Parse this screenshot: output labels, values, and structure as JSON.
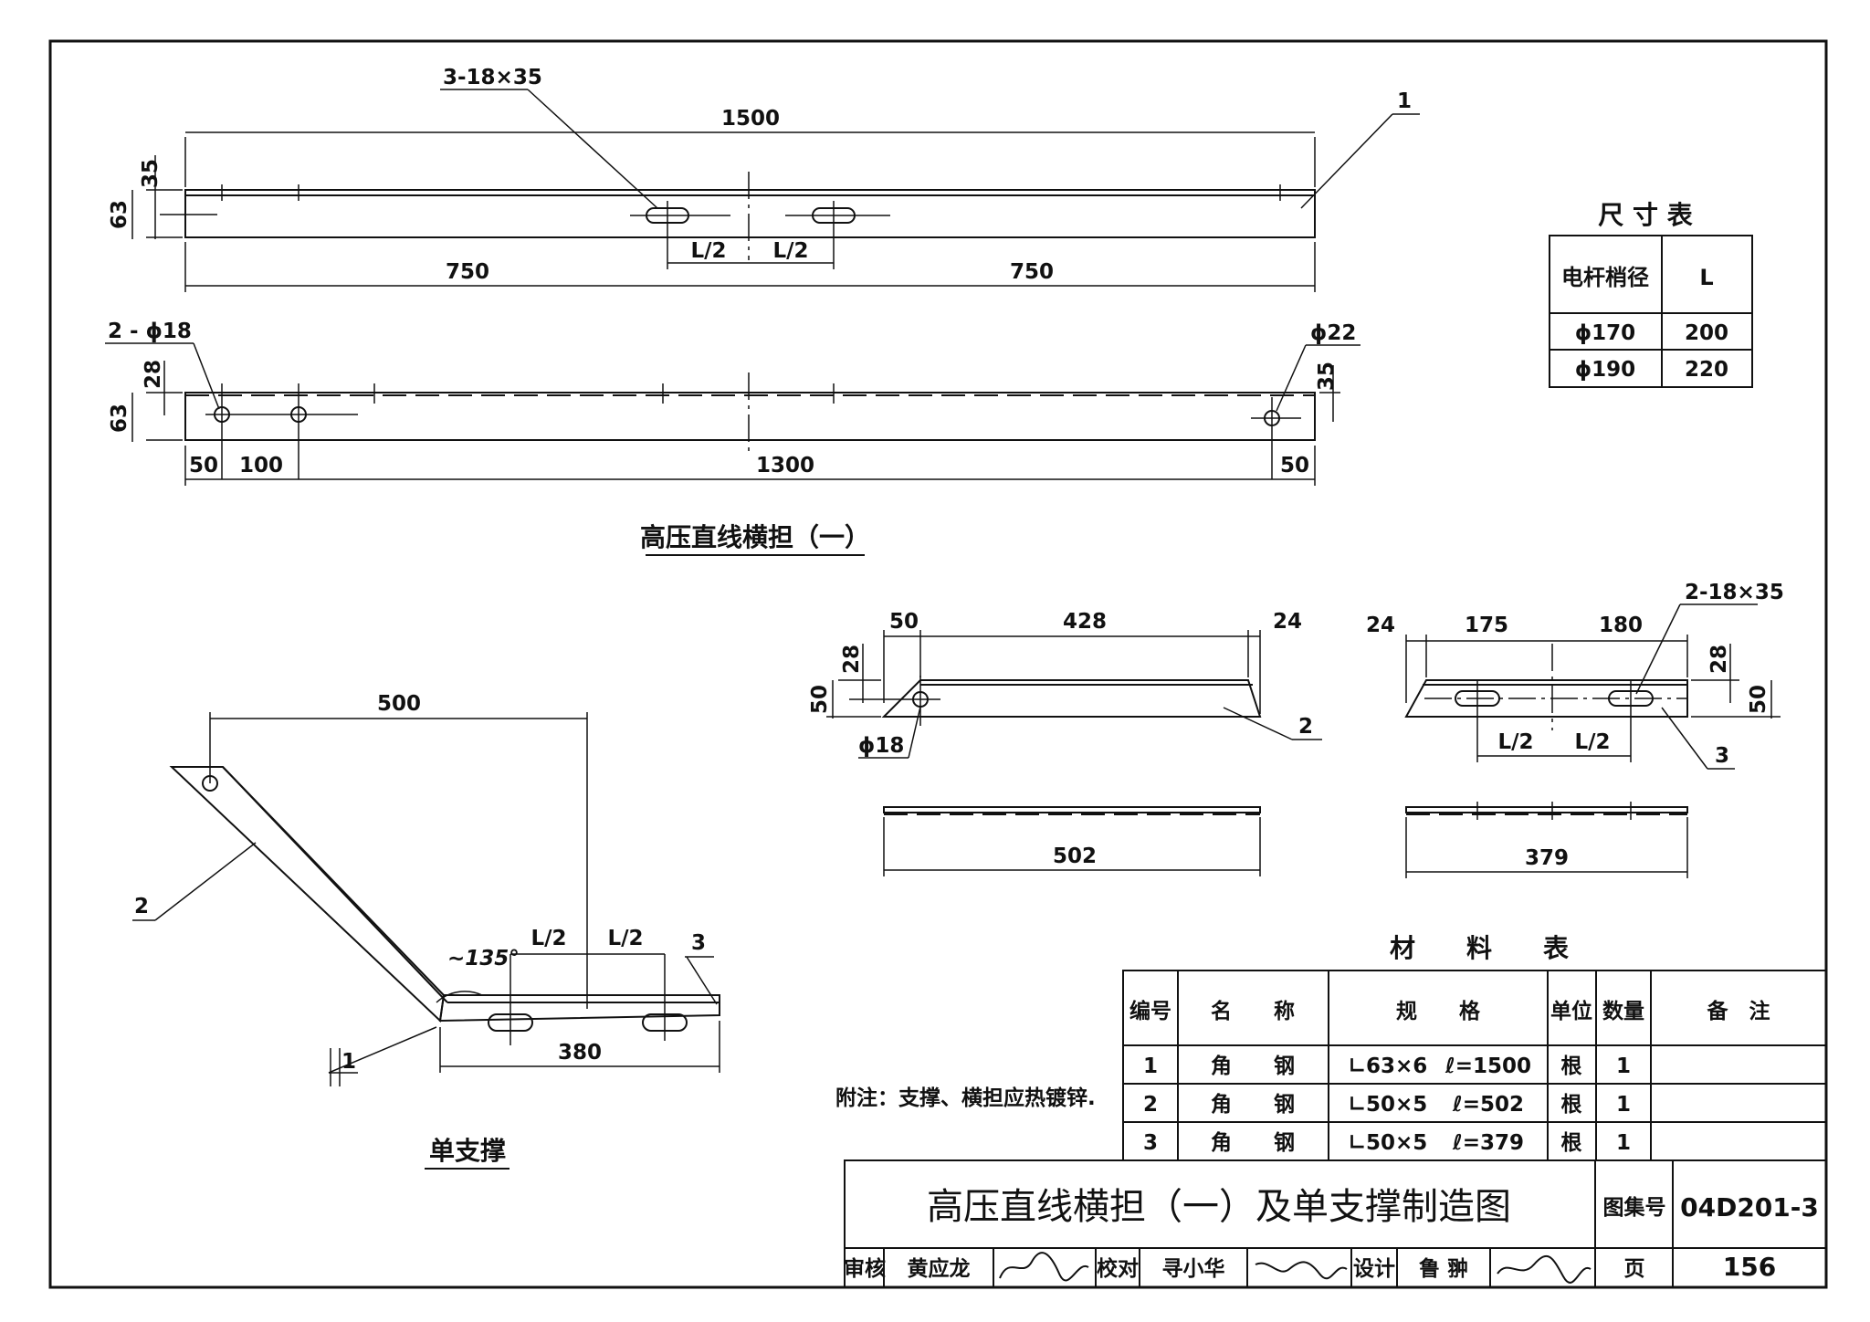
{
  "top_view": {
    "slot_note": "3-18×35",
    "part_mark": "1",
    "len_total": "1500",
    "d35": "35",
    "d63": "63",
    "half_left": "750",
    "half_right": "750",
    "l_half_a": "L/2",
    "l_half_b": "L/2"
  },
  "front_view": {
    "hole_note": "2 - ϕ18",
    "hole_right": "ϕ22",
    "d28": "28",
    "d63": "63",
    "d35": "35",
    "d50a": "50",
    "d100": "100",
    "d1300": "1300",
    "d50b": "50"
  },
  "crossarm_title": "高压直线横担（一）",
  "size_table": {
    "title": "尺 寸 表",
    "headers": [
      "电杆梢径",
      "L"
    ],
    "rows": [
      [
        "ϕ170",
        "200"
      ],
      [
        "ϕ190",
        "220"
      ]
    ]
  },
  "part2": {
    "d50": "50",
    "d428": "428",
    "d24": "24",
    "d28": "28",
    "d50v": "50",
    "hole": "ϕ18",
    "mark": "2",
    "len": "502"
  },
  "part3": {
    "d24": "24",
    "d175": "175",
    "d180": "180",
    "slot": "2-18×35",
    "d28": "28",
    "d50v": "50",
    "l_half_a": "L/2",
    "l_half_b": "L/2",
    "mark": "3",
    "len": "379"
  },
  "single_brace": {
    "d500": "500",
    "mark2": "2",
    "mark3": "3",
    "mark1": "1",
    "angle": "~135°",
    "l_half_a": "L/2",
    "l_half_b": "L/2",
    "d380": "380",
    "title": "单支撑"
  },
  "note": "附注：支撑、横担应热镀锌.",
  "material_table": {
    "title": "材　　料　　表",
    "headers": [
      "编号",
      "名　　称",
      "规　　格",
      "单位",
      "数量",
      "备　注"
    ],
    "rows": [
      [
        "1",
        "角　　钢",
        "∟63×6",
        "ℓ=1500",
        "根",
        "1",
        ""
      ],
      [
        "2",
        "角　　钢",
        "∟50×5",
        "ℓ=502",
        "根",
        "1",
        ""
      ],
      [
        "3",
        "角　　钢",
        "∟50×5",
        "ℓ=379",
        "根",
        "1",
        ""
      ]
    ]
  },
  "title_block": {
    "drawing_title": "高压直线横担（一）及单支撑制造图",
    "atlas_label": "图集号",
    "atlas_no": "04D201-3",
    "review_label": "审核",
    "reviewer": "黄应龙",
    "check_label": "校对",
    "checker": "寻小华",
    "design_label": "设计",
    "designer": "鲁  翀",
    "page_label": "页",
    "page_no": "156"
  }
}
